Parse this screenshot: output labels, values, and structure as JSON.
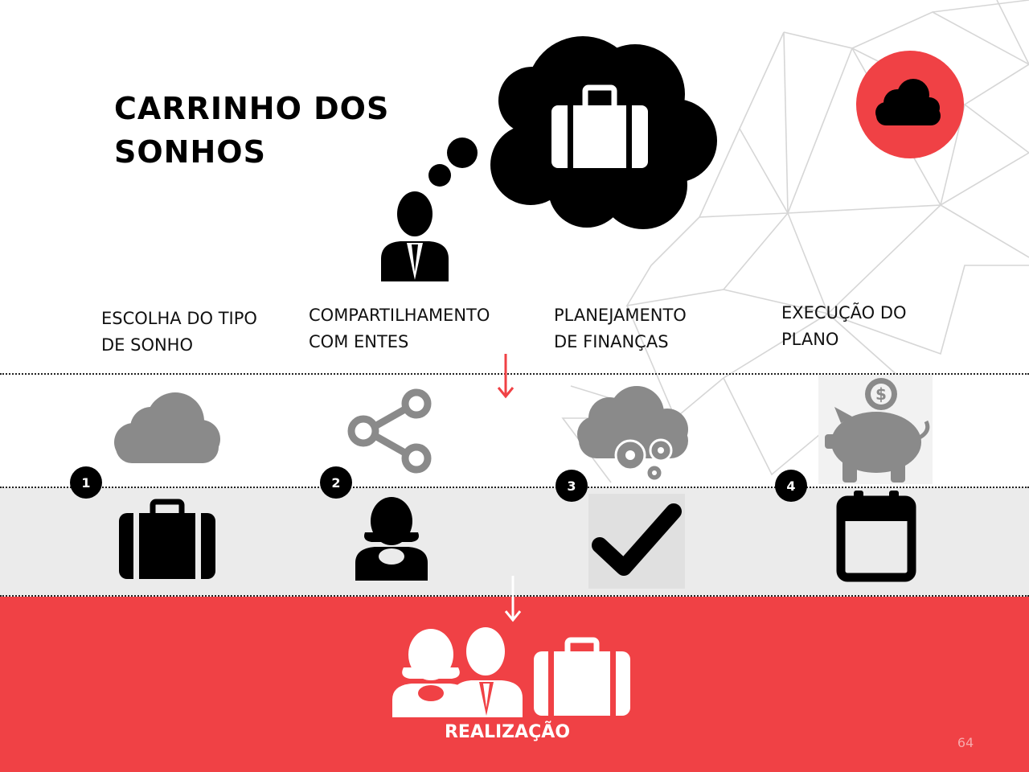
{
  "slide": {
    "title": "CARRINHO DOS SONHOS",
    "page_number": "64",
    "result_label": "REALIZAÇÃO"
  },
  "steps": [
    {
      "number": "1",
      "label": "ESCOLHA DO TIPO\nDE SONHO",
      "top_icon": "cloud-icon",
      "bottom_icon": "briefcase-icon"
    },
    {
      "number": "2",
      "label": "COMPARTILHAMENTO\nCOM ENTES",
      "top_icon": "share-icon",
      "bottom_icon": "woman-user-icon"
    },
    {
      "number": "3",
      "label": "PLANEJAMENTO\nDE FINANÇAS",
      "top_icon": "cloud-gears-icon",
      "bottom_icon": "checkmark-icon"
    },
    {
      "number": "4",
      "label": "EXECUÇÃO DO\nPLANO",
      "top_icon": "piggy-bank-icon",
      "bottom_icon": "calendar-icon"
    }
  ],
  "colors": {
    "accent_red": "#f04145",
    "band_gray": "#ebebeb",
    "icon_gray": "#8a8a8a",
    "icon_black": "#000000"
  }
}
